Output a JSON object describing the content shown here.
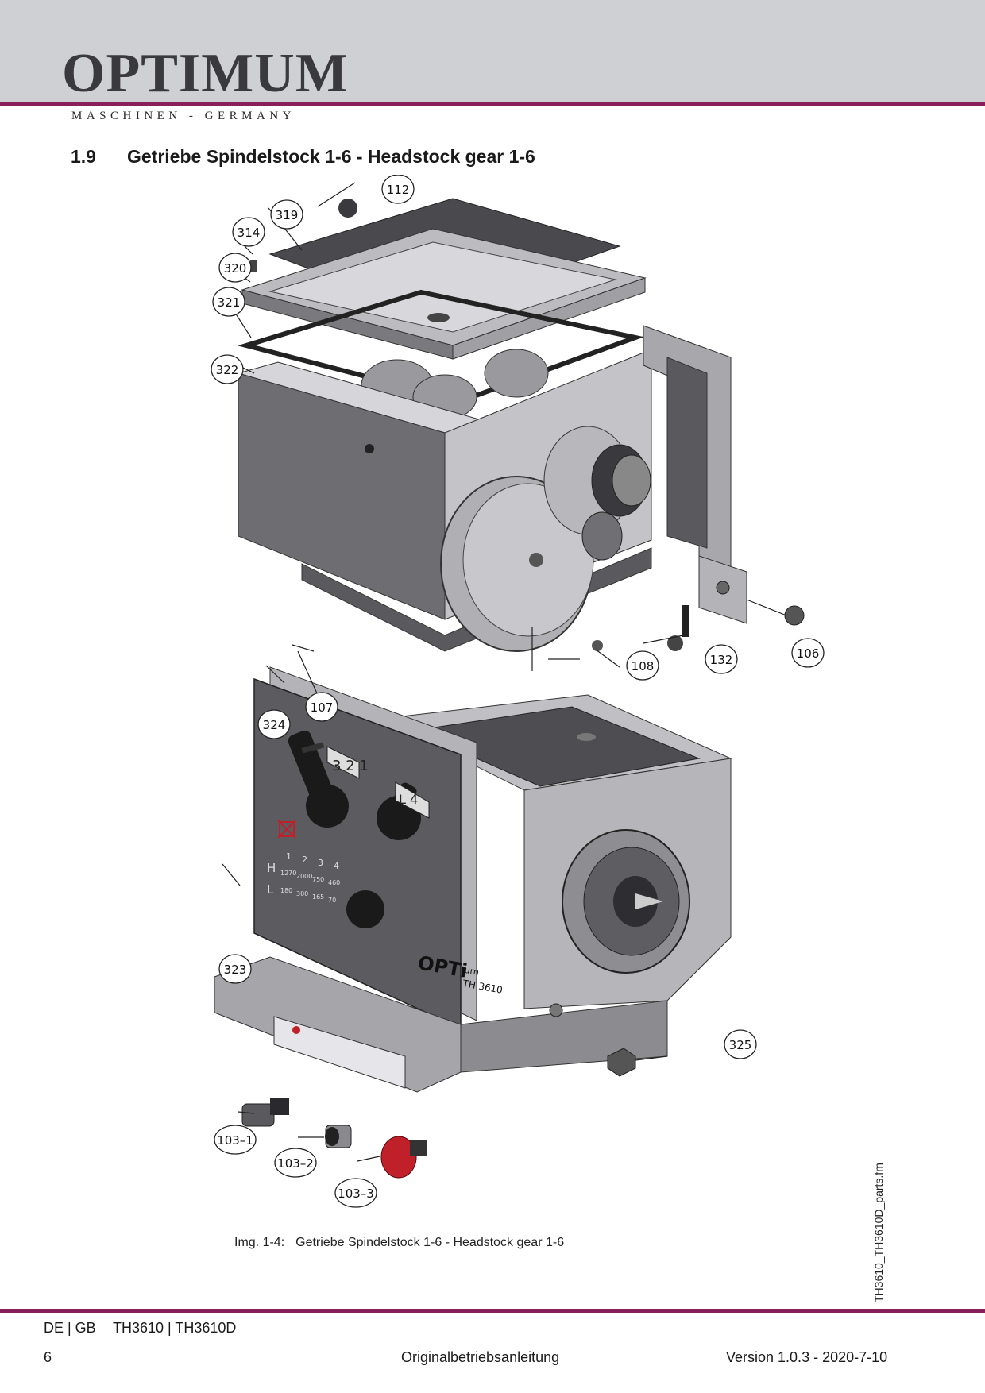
{
  "header": {
    "logo": "OPTIMUM",
    "logo_registered": "®",
    "logo_sub": "MASCHINEN - GERMANY"
  },
  "section": {
    "number": "1.9",
    "title": "Getriebe Spindelstock 1-6 - Headstock gear 1-6"
  },
  "figure": {
    "part_labels": [
      "112",
      "319",
      "314",
      "320",
      "321",
      "322",
      "108",
      "132",
      "106",
      "107",
      "324",
      "323",
      "325",
      "103–1",
      "103–2",
      "103–3"
    ],
    "panel_text": {
      "brand": "OPTi",
      "brand_sub": "turn",
      "model": "TH 3610",
      "table_rows": [
        "H",
        "L"
      ],
      "table_cols": [
        "1",
        "2",
        "3",
        "4"
      ],
      "dial_numbers_a": "3 2 1",
      "dial_numbers_b": "L 4",
      "h_values": [
        "1270",
        "2000",
        "750",
        "460"
      ],
      "l_values": [
        "180",
        "300",
        "165",
        "70"
      ]
    },
    "caption_label": "Img. 1-4:",
    "caption_text": "Getriebe Spindelstock 1-6 - Headstock gear 1-6"
  },
  "side_label": "TH3610_TH3610D_parts.fm",
  "footer": {
    "lang": "DE | GB",
    "models": "TH3610  |  TH3610D",
    "page": "6",
    "doc_type": "Originalbetriebsanleitung",
    "version": "Version 1.0.3 - 2020-7-10"
  },
  "colors": {
    "accent": "#8a1e5a",
    "header_band": "#cfd0d4",
    "panel_dark": "#5a5a5e",
    "body_grey": "#bdbdc1",
    "red_part": "#c0202a"
  }
}
